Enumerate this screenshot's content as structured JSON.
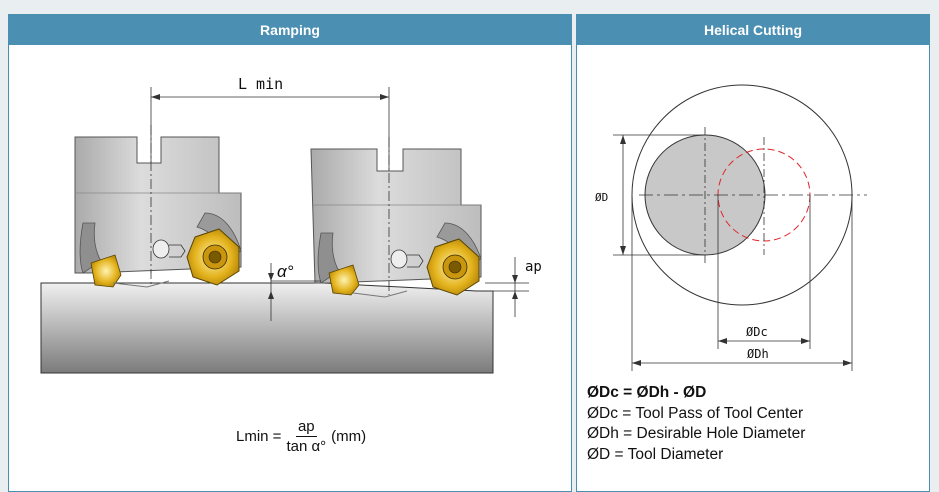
{
  "headers": {
    "left": "Ramping",
    "right": "Helical Cutting"
  },
  "ramping": {
    "lmin_label": "L min",
    "alpha_label": "α°",
    "ap_label": "ap",
    "formula_lhs": "Lmin =",
    "formula_num": "ap",
    "formula_den": "tan α°",
    "formula_unit": "(mm)"
  },
  "helical": {
    "d_label": "ØD",
    "dc_label": "ØDc",
    "dh_label": "ØDh",
    "formula": "ØDc = ØDh - ØD",
    "notes": [
      "ØDc = Tool Pass of Tool Center",
      "ØDh = Desirable Hole Diameter",
      "ØD = Tool Diameter"
    ]
  },
  "colors": {
    "header": "#4b8fb3",
    "border": "#4a8fb0",
    "insert": "#e3b21c",
    "path": "#e0242a"
  }
}
